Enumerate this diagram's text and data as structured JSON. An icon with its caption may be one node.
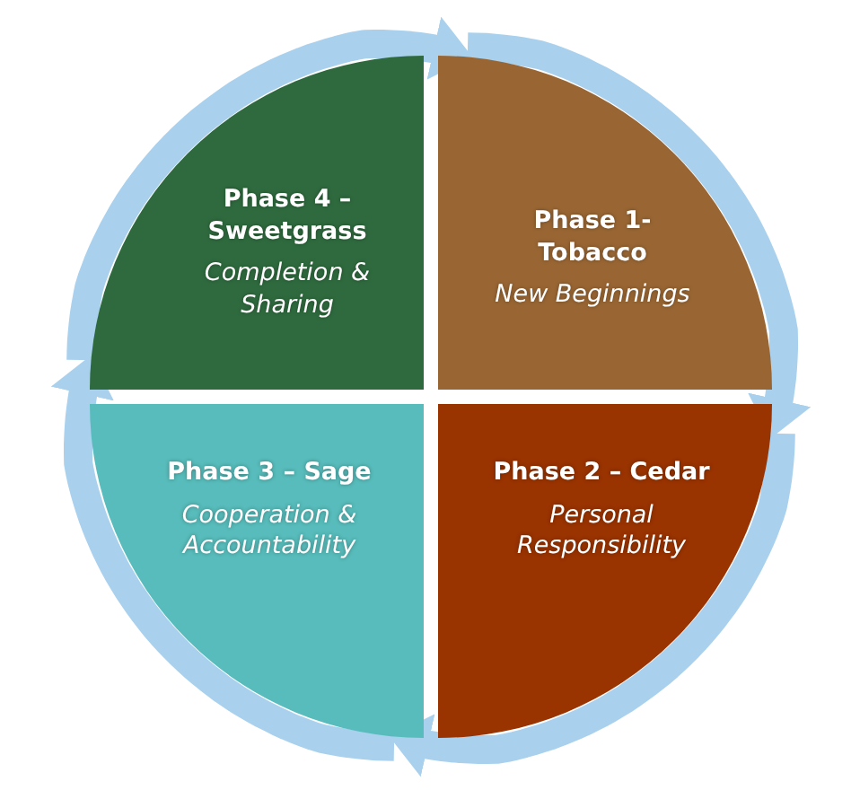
{
  "diagram": {
    "nodes": [
      {
        "text": [
          "Phase 4 – Sweetgrass",
          "Completion & Sharing"
        ]
      },
      {
        "text": [
          "Phase 1- Tobacco",
          "New Beginnings"
        ]
      },
      {
        "text": [
          "Phase 3 – Sage",
          "Cooperation & Accountability"
        ]
      },
      {
        "text": [
          "Phase 2 – Cedar",
          "Personal Responsibility"
        ]
      }
    ],
    "edges": [
      {
        "from": 0,
        "to": 1,
        "arrow": "to"
      },
      {
        "from": 1,
        "to": 3,
        "arrow": "to"
      },
      {
        "from": 3,
        "to": 2,
        "arrow": "to"
      },
      {
        "from": 2,
        "to": 0,
        "arrow": "to"
      }
    ]
  }
}
